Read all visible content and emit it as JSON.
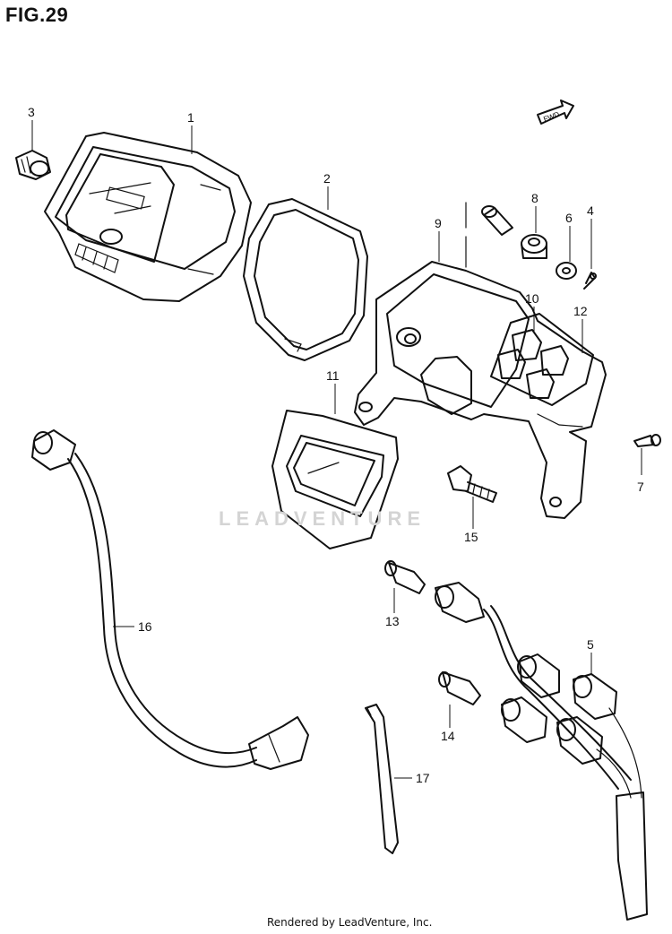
{
  "figure": {
    "title": "FIG.29",
    "watermark": "LEADVENTURE",
    "footer": "Rendered by LeadVenture, Inc.",
    "fwd_badge": "FWD"
  },
  "callouts": [
    {
      "id": "callout-1",
      "text": "1"
    },
    {
      "id": "callout-2",
      "text": "2"
    },
    {
      "id": "callout-3",
      "text": "3"
    },
    {
      "id": "callout-4",
      "text": "4"
    },
    {
      "id": "callout-5",
      "text": "5"
    },
    {
      "id": "callout-6",
      "text": "6"
    },
    {
      "id": "callout-7",
      "text": "7"
    },
    {
      "id": "callout-8",
      "text": "8"
    },
    {
      "id": "callout-9",
      "text": "9"
    },
    {
      "id": "callout-10",
      "text": "10"
    },
    {
      "id": "callout-11",
      "text": "11"
    },
    {
      "id": "callout-12",
      "text": "12"
    },
    {
      "id": "callout-13",
      "text": "13"
    },
    {
      "id": "callout-14",
      "text": "14"
    },
    {
      "id": "callout-15",
      "text": "15"
    },
    {
      "id": "callout-16",
      "text": "16"
    },
    {
      "id": "callout-17",
      "text": "17"
    }
  ]
}
